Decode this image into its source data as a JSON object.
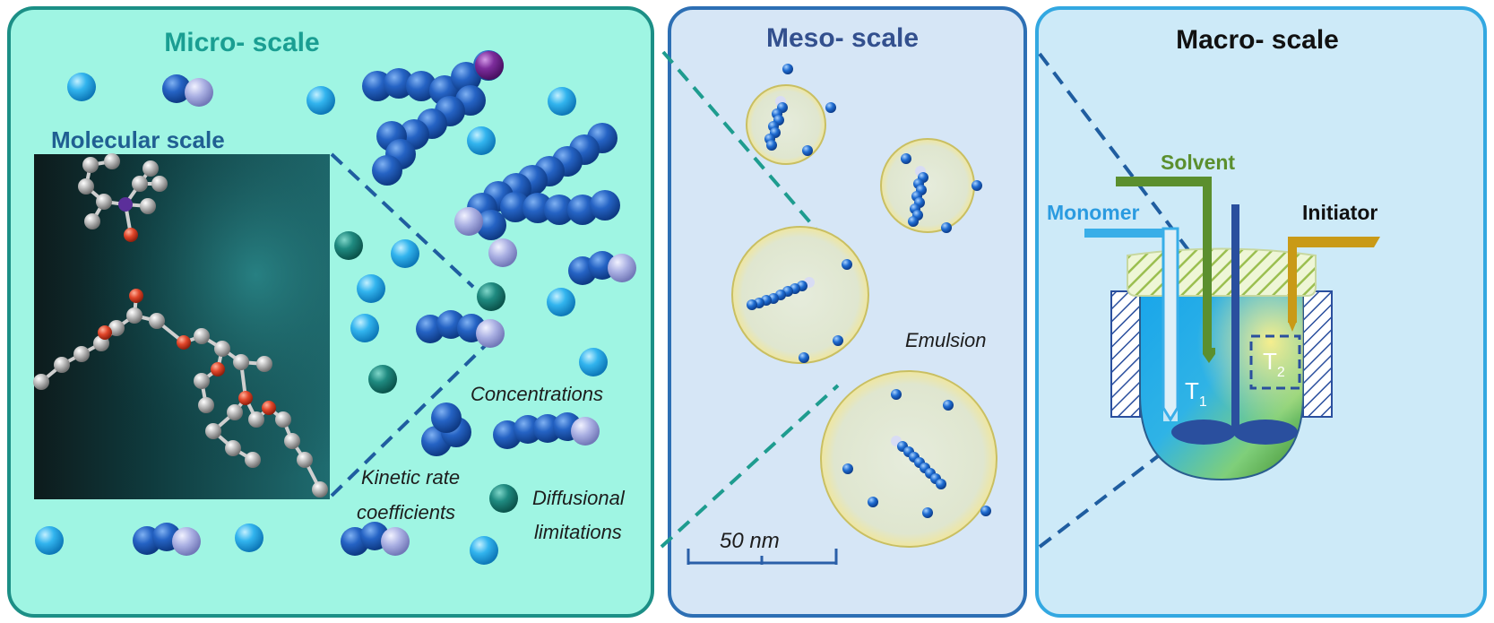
{
  "colors": {
    "micro_fill": "#9ff5e3",
    "micro_border": "#1c8f86",
    "micro_title": "#1a9e92",
    "meso_fill": "#d6e6f6",
    "meso_border": "#2d6fb4",
    "meso_title": "#33508e",
    "macro_fill": "#cdeaf8",
    "macro_border": "#33a8e1",
    "molecular_title": "#205f92",
    "chain_blue": "#1e5fbf",
    "monomer_blue": "#2fb0ea",
    "radical_lavender": "#a8aee0",
    "teal_particle": "#1f8a80",
    "purple_end": "#7d2d9c",
    "solvent_green": "#5b8f2e",
    "monomer_label": "#2b9be0",
    "initiator_gold": "#c99a17"
  },
  "micro": {
    "title": "Micro- scale",
    "molecular_title": "Molecular scale",
    "concentrations": "Concentrations",
    "kinetic_line1": "Kinetic rate",
    "kinetic_line2": "coefficients",
    "diffusional_line1": "Diffusional",
    "diffusional_line2": "limitations"
  },
  "meso": {
    "title": "Meso- scale",
    "emulsion": "Emulsion",
    "scale_bar": "50 nm"
  },
  "macro": {
    "title": "Macro- scale",
    "solvent": "Solvent",
    "monomer": "Monomer",
    "initiator": "Initiator",
    "t1_symbol": "T",
    "t1_sub": "1",
    "t2_symbol": "T",
    "t2_sub": "2"
  }
}
